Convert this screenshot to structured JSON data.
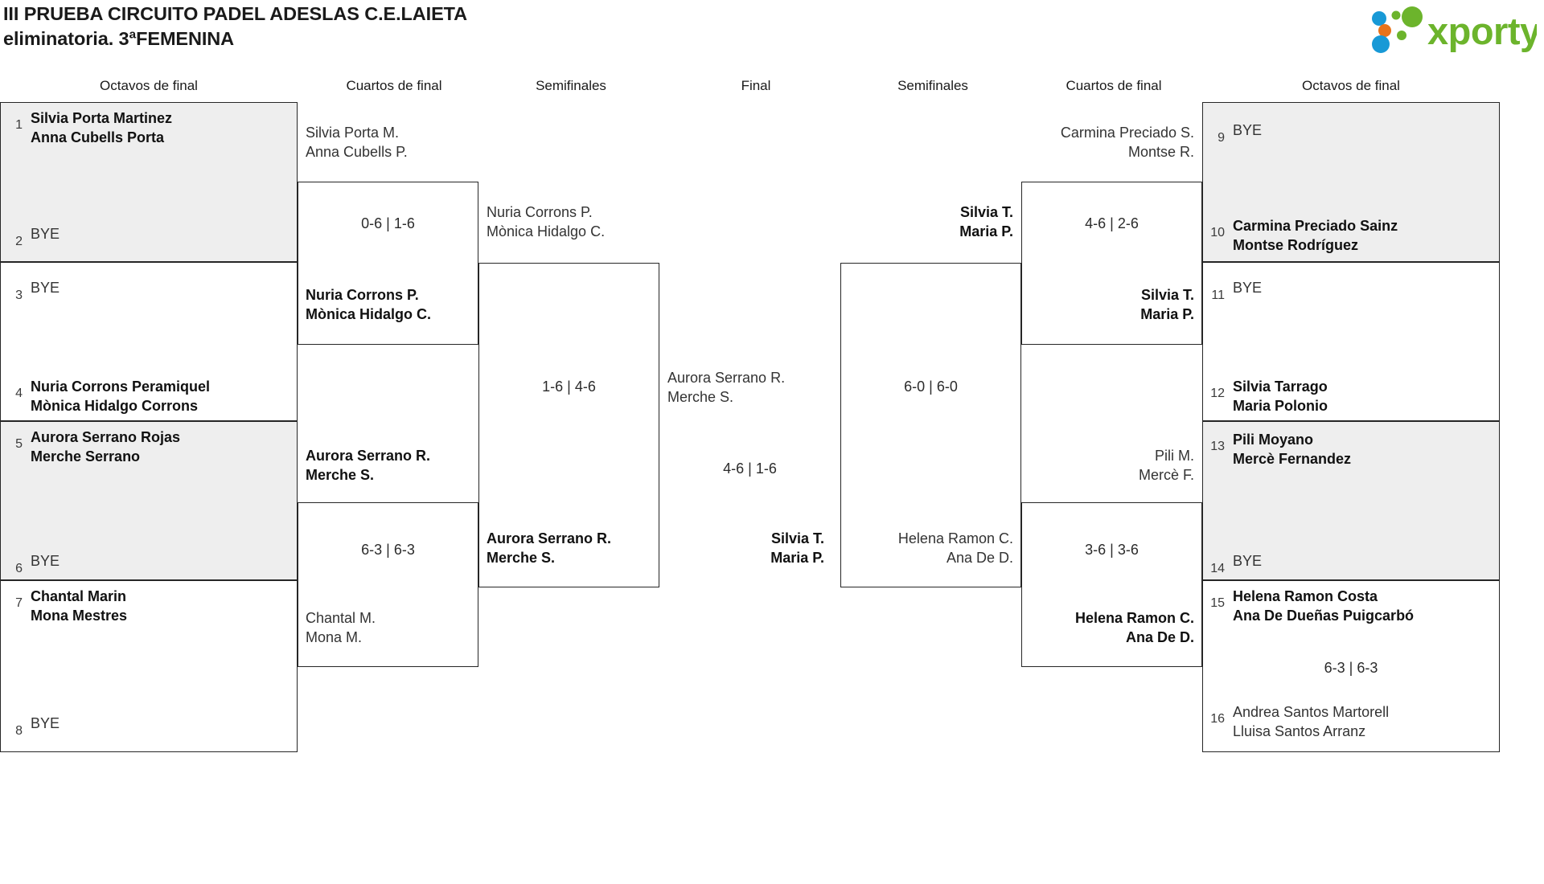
{
  "header": {
    "title_line1": "III PRUEBA CIRCUITO PADEL ADESLAS C.E.LAIETA",
    "title_line2": "eliminatoria. 3ªFEMENINA",
    "logo_text": "xporty",
    "logo_colors": {
      "green": "#6cb42c",
      "orange": "#e8731a",
      "blue": "#1899d6"
    }
  },
  "round_headers": {
    "left_r16": "Octavos de final",
    "left_qf": "Cuartos de final",
    "left_sf": "Semifinales",
    "final": "Final",
    "right_sf": "Semifinales",
    "right_qf": "Cuartos de final",
    "right_r16": "Octavos de final"
  },
  "left_seeds": [
    {
      "num": "1",
      "p1": "Silvia Porta Martinez",
      "p2": "Anna Cubells Porta",
      "bye": false,
      "winner": true
    },
    {
      "num": "2",
      "p1": "BYE",
      "p2": "",
      "bye": true,
      "winner": false
    },
    {
      "num": "3",
      "p1": "BYE",
      "p2": "",
      "bye": true,
      "winner": false
    },
    {
      "num": "4",
      "p1": "Nuria Corrons Peramiquel",
      "p2": "Mònica Hidalgo Corrons",
      "bye": false,
      "winner": true
    },
    {
      "num": "5",
      "p1": "Aurora Serrano Rojas",
      "p2": "Merche Serrano",
      "bye": false,
      "winner": true
    },
    {
      "num": "6",
      "p1": "BYE",
      "p2": "",
      "bye": true,
      "winner": false
    },
    {
      "num": "7",
      "p1": "Chantal Marin",
      "p2": "Mona Mestres",
      "bye": false,
      "winner": true
    },
    {
      "num": "8",
      "p1": "BYE",
      "p2": "",
      "bye": true,
      "winner": false
    }
  ],
  "right_seeds": [
    {
      "num": "9",
      "p1": "BYE",
      "p2": "",
      "bye": true,
      "winner": false
    },
    {
      "num": "10",
      "p1": "Carmina Preciado Sainz",
      "p2": "Montse Rodríguez",
      "bye": false,
      "winner": true
    },
    {
      "num": "11",
      "p1": "BYE",
      "p2": "",
      "bye": true,
      "winner": false
    },
    {
      "num": "12",
      "p1": "Silvia Tarrago",
      "p2": "Maria Polonio",
      "bye": false,
      "winner": true
    },
    {
      "num": "13",
      "p1": "Pili Moyano",
      "p2": "Mercè Fernandez",
      "bye": false,
      "winner": true
    },
    {
      "num": "14",
      "p1": "BYE",
      "p2": "",
      "bye": true,
      "winner": false
    },
    {
      "num": "15",
      "p1": "Helena Ramon Costa",
      "p2": "Ana De Dueñas Puigcarbó",
      "bye": false,
      "winner": true
    },
    {
      "num": "16",
      "p1": "Andrea Santos Martorell",
      "p2": "Lluisa Santos Arranz",
      "bye": false,
      "winner": false
    }
  ],
  "right_r16_score": "6-3 | 6-3",
  "left_qf": [
    {
      "top": {
        "p1": "Silvia Porta M.",
        "p2": "Anna Cubells P.",
        "winner": false
      },
      "bottom": {
        "p1": "Nuria Corrons P.",
        "p2": "Mònica Hidalgo C.",
        "winner": true
      },
      "score": "0-6 | 1-6"
    },
    {
      "top": {
        "p1": "Aurora Serrano R.",
        "p2": "Merche S.",
        "winner": true
      },
      "bottom": {
        "p1": "Chantal M.",
        "p2": "Mona M.",
        "winner": false
      },
      "score": "6-3 | 6-3"
    }
  ],
  "left_sf": {
    "top": {
      "p1": "Nuria Corrons P.",
      "p2": "Mònica Hidalgo C.",
      "winner": false
    },
    "bottom": {
      "p1": "Aurora Serrano R.",
      "p2": "Merche S.",
      "winner": true
    },
    "score": "1-6 | 4-6"
  },
  "final": {
    "top": {
      "p1": "Aurora Serrano R.",
      "p2": "Merche S.",
      "winner": false
    },
    "bottom": {
      "p1": "Silvia T.",
      "p2": "Maria P.",
      "winner": true
    },
    "score": "4-6 | 1-6"
  },
  "right_sf": {
    "top": {
      "p1": "Silvia T.",
      "p2": "Maria P.",
      "winner": true
    },
    "bottom": {
      "p1": "Helena Ramon C.",
      "p2": "Ana De D.",
      "winner": false
    },
    "score": "6-0 | 6-0"
  },
  "right_qf": [
    {
      "top": {
        "p1": "Carmina Preciado S.",
        "p2": "Montse R.",
        "winner": false
      },
      "bottom": {
        "p1": "Silvia T.",
        "p2": "Maria P.",
        "winner": true
      },
      "score": "4-6 | 2-6"
    },
    {
      "top": {
        "p1": "Pili M.",
        "p2": "Mercè F.",
        "winner": false
      },
      "bottom": {
        "p1": "Helena Ramon C.",
        "p2": "Ana De D.",
        "winner": true
      },
      "score": "3-6 | 3-6"
    }
  ]
}
